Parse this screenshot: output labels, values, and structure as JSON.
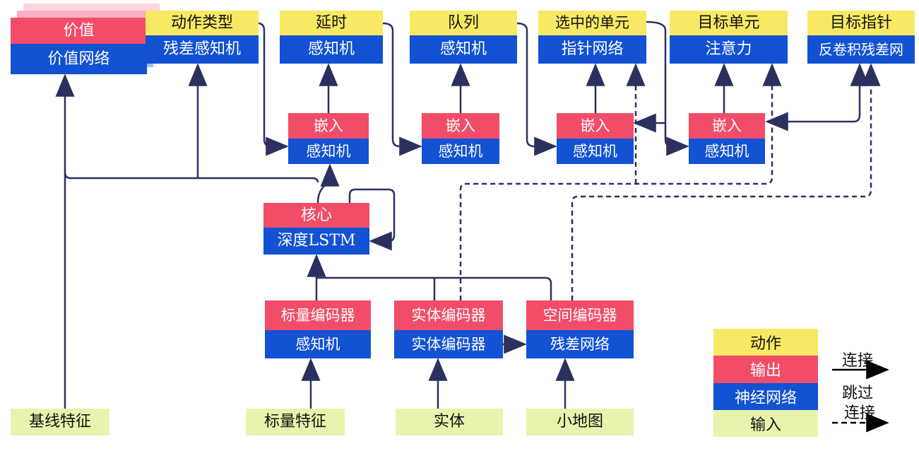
{
  "nodes": {
    "value": {
      "out": "价值",
      "net": "价值网络"
    },
    "action_type": {
      "action": "动作类型",
      "net": "残差感知机"
    },
    "delay": {
      "action": "延时",
      "net": "感知机"
    },
    "queue": {
      "action": "队列",
      "net": "感知机"
    },
    "selected_units": {
      "action": "选中的单元",
      "net": "指针网络"
    },
    "target_unit": {
      "action": "目标单元",
      "net": "注意力"
    },
    "target_point": {
      "action": "目标指针",
      "net": "反卷积残差网"
    },
    "emb1": {
      "out": "嵌入",
      "net": "感知机"
    },
    "emb2": {
      "out": "嵌入",
      "net": "感知机"
    },
    "emb3": {
      "out": "嵌入",
      "net": "感知机"
    },
    "emb4": {
      "out": "嵌入",
      "net": "感知机"
    },
    "core": {
      "out": "核心",
      "net": "深度LSTM"
    },
    "scalar_encoder": {
      "out": "标量编码器",
      "net": "感知机"
    },
    "entity_encoder": {
      "out": "实体编码器",
      "net": "实体编码器"
    },
    "spatial_encoder": {
      "out": "空间编码器",
      "net": "残差网络"
    },
    "inputs": {
      "baseline": "基线特征",
      "scalar": "标量特征",
      "entity": "实体",
      "minimap": "小地图"
    }
  },
  "legend": {
    "action": "动作",
    "output": "输出",
    "network": "神经网络",
    "input": "输入",
    "connection": "连接",
    "skip_line1": "跳过",
    "skip_line2": "连接"
  },
  "colors": {
    "action_yellow": "#f8e964",
    "output_red": "#f14d68",
    "network_blue": "#1252d3",
    "input_green": "#e7f4ad",
    "line_navy": "#2a315f",
    "legend_arrow_black": "#000000"
  }
}
